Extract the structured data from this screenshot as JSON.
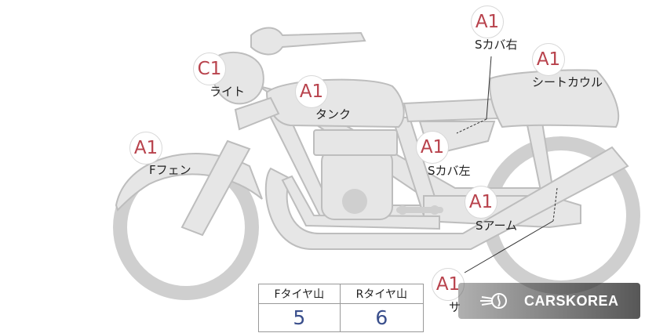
{
  "parts": [
    {
      "id": "s-cover-right",
      "grade": "A1",
      "label": "Sカバ右"
    },
    {
      "id": "seat-cowl",
      "grade": "A1",
      "label": "シートカウル"
    },
    {
      "id": "light",
      "grade": "C1",
      "label": "ライト"
    },
    {
      "id": "tank",
      "grade": "A1",
      "label": "タンク"
    },
    {
      "id": "f-fender",
      "grade": "A1",
      "label": "Fフェン"
    },
    {
      "id": "s-cover-left",
      "grade": "A1",
      "label": "Sカバ左"
    },
    {
      "id": "s-arm",
      "grade": "A1",
      "label": "Sアーム"
    },
    {
      "id": "silencer",
      "grade": "A1",
      "label": "サ"
    }
  ],
  "tread_table": {
    "headers": [
      "Fタイヤ山",
      "Rタイヤ山"
    ],
    "values": [
      "5",
      "6"
    ]
  },
  "watermark": {
    "text": "CARSKOREA",
    "icon": "flame-logo-icon"
  },
  "colors": {
    "grade_text": "#b8424c",
    "tread_value": "#3a4f8c",
    "bike_fill": "#e6e6e6",
    "bike_stroke": "#bdbdbd"
  }
}
